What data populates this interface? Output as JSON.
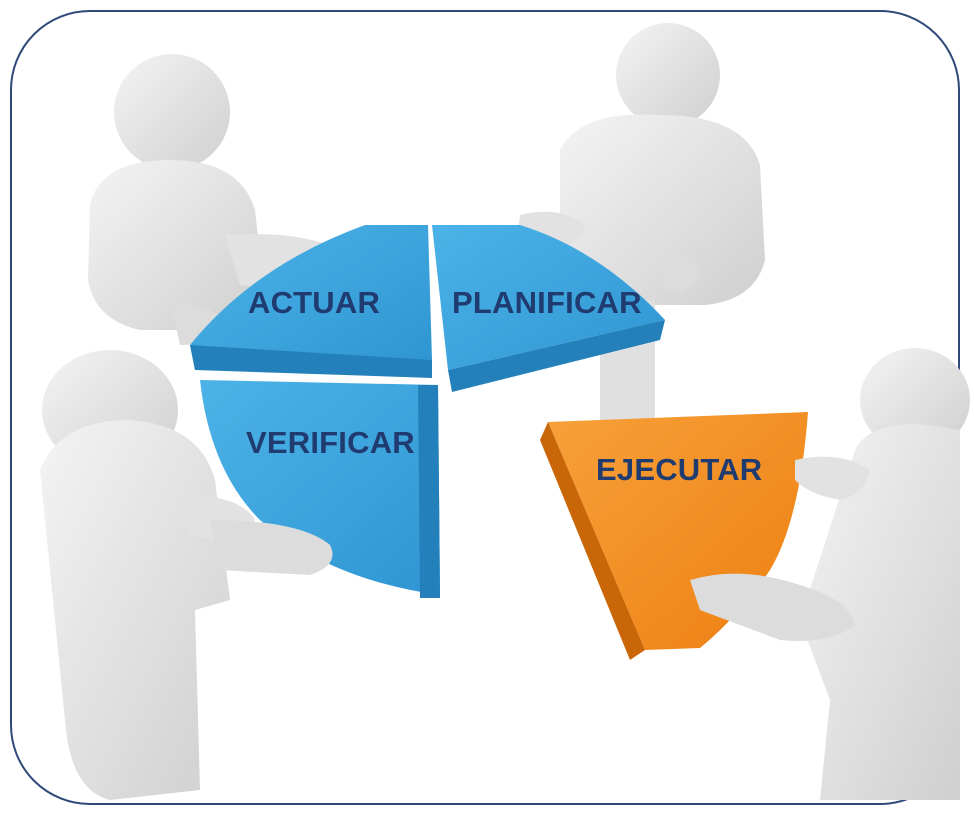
{
  "diagram": {
    "segments": [
      {
        "id": "actuar",
        "label": "ACTUAR",
        "color": "#3a9fd8"
      },
      {
        "id": "planificar",
        "label": "PLANIFICAR",
        "color": "#3a9fd8"
      },
      {
        "id": "verificar",
        "label": "VERIFICAR",
        "color": "#3a9fd8"
      },
      {
        "id": "ejecutar",
        "label": "EJECUTAR",
        "color": "#f28a1c"
      }
    ],
    "label_color": "#1f3b70",
    "frame_color": "#2e4a78",
    "figure_color": "#e6e6e6"
  }
}
